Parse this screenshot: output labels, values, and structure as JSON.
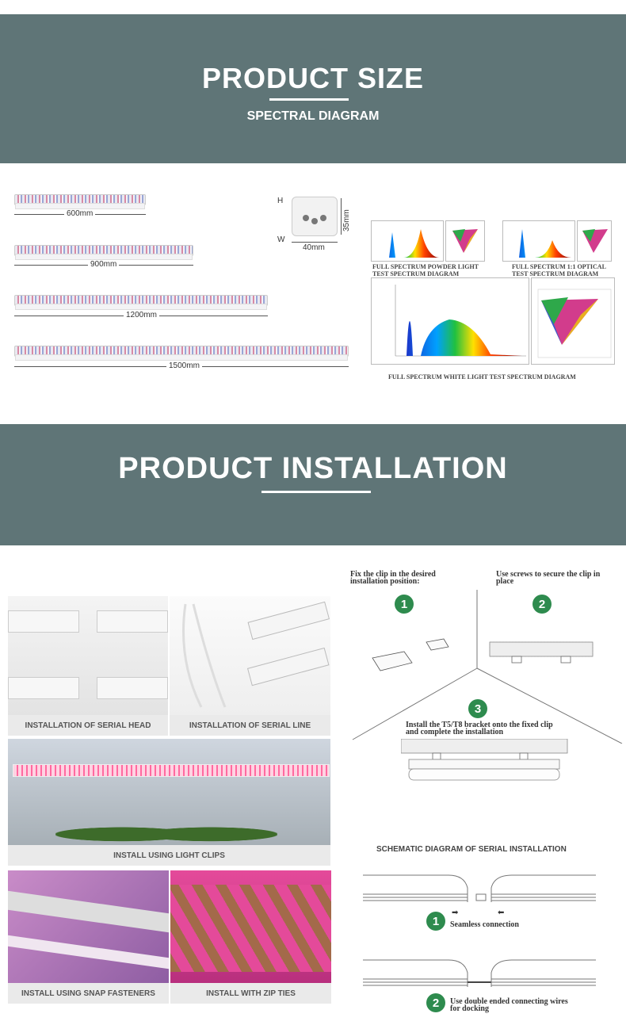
{
  "section1": {
    "title": "PRODUCT SIZE",
    "subtitle": "SPECTRAL DIAGRAM"
  },
  "sizes": [
    "600mm",
    "900mm",
    "1200mm",
    "1500mm"
  ],
  "endcap": {
    "h": "H",
    "w": "W",
    "height": "35mm",
    "width": "40mm"
  },
  "spectra": {
    "powder": "FULL SPECTRUM POWDER LIGHT\nTEST SPECTRUM DIAGRAM",
    "optical": "FULL SPECTRUM 1:1 OPTICAL\nTEST SPECTRUM DIAGRAM",
    "white": "FULL SPECTRUM WHITE LIGHT TEST SPECTRUM DIAGRAM"
  },
  "section2": {
    "title": "PRODUCT INSTALLATION"
  },
  "photos": {
    "serial_head": "INSTALLATION OF SERIAL HEAD",
    "serial_line": "INSTALLATION OF SERIAL LINE",
    "light_clips": "INSTALL USING LIGHT CLIPS",
    "snap": "INSTALL USING SNAP FASTENERS",
    "zip": "INSTALL WITH ZIP TIES"
  },
  "steps": {
    "s1": "Fix the clip in the desired installation position:",
    "s2": "Use screws to secure the clip in place",
    "s3": "Install the T5/T8 bracket onto the fixed clip and complete the installation",
    "n1": "1",
    "n2": "2",
    "n3": "3"
  },
  "schematic": {
    "title": "SCHEMATIC DIAGRAM OF SERIAL INSTALLATION",
    "c1": "Seamless connection",
    "c2": "Use double ended connecting wires for docking",
    "n1": "1",
    "n2": "2"
  }
}
